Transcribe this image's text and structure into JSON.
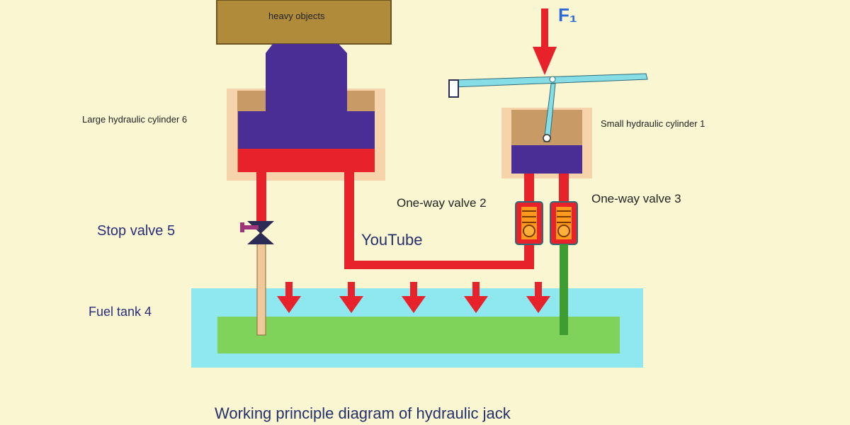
{
  "labels": {
    "heavy_objects": "heavy objects",
    "large_cylinder": "Large hydraulic cylinder 6",
    "small_cylinder": "Small hydraulic cylinder 1",
    "valve2": "One-way valve 2",
    "valve3": "One-way valve 3",
    "stop_valve": "Stop valve 5",
    "watermark": "YouTube",
    "fuel_tank": "Fuel tank 4",
    "force": "F₁"
  },
  "caption": "Working principle diagram of hydraulic jack",
  "colors": {
    "background": "#fbf6d2",
    "piston": "#4b2e95",
    "oil": "#e8222a",
    "cylinder_wall": "#f6d3aa",
    "tank_outer": "#8fe7ef",
    "tank_oil": "#7fd35a",
    "lever": "#86dde6",
    "weight": "#b08b3a"
  }
}
